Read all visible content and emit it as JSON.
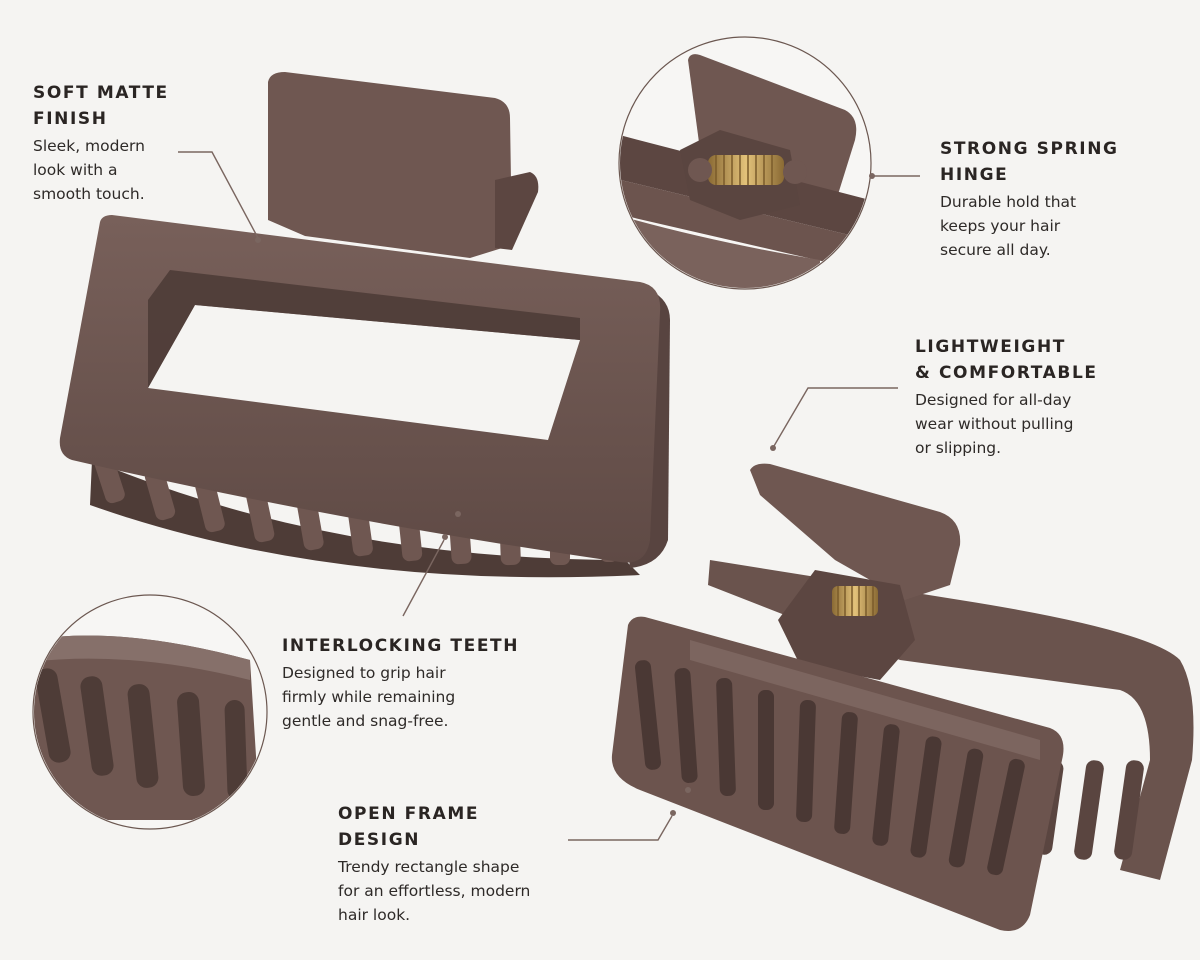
{
  "colors": {
    "background": "#f5f4f2",
    "clip_brown": "#6f5751",
    "clip_shadow": "#4e3c37",
    "clip_highlight": "#86706a",
    "spring_gold": "#c9a45c",
    "leader_line": "#7a6660",
    "text": "#2e2a28"
  },
  "callouts": {
    "matte": {
      "title_lines": [
        "SOFT MATTE",
        "FINISH"
      ],
      "desc_lines": [
        "Sleek, modern",
        "look with a",
        "smooth touch."
      ]
    },
    "hinge": {
      "title_lines": [
        "STRONG SPRING",
        "HINGE"
      ],
      "desc_lines": [
        "Durable hold that",
        "keeps your hair",
        "secure all day."
      ]
    },
    "light": {
      "title_lines": [
        "LIGHTWEIGHT",
        "& COMFORTABLE"
      ],
      "desc_lines": [
        "Designed for all-day",
        "wear without pulling",
        "or slipping."
      ]
    },
    "teeth": {
      "title_lines": [
        "INTERLOCKING TEETH"
      ],
      "desc_lines": [
        "Designed to grip hair",
        "firmly while remaining",
        "gentle and snag-free."
      ]
    },
    "frame": {
      "title_lines": [
        "OPEN FRAME DESIGN"
      ],
      "desc_lines": [
        "Trendy rectangle shape",
        "for an effortless, modern",
        "hair look."
      ]
    }
  }
}
